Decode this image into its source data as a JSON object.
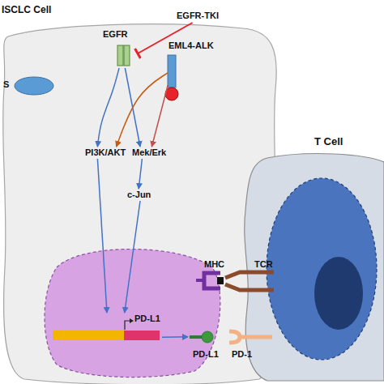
{
  "diagram": {
    "nodes": [
      {
        "text": [
          "ISCLC Cell"
        ]
      },
      {
        "text": [
          "S"
        ],
        "in": 0
      },
      {
        "text": [
          "EGFR"
        ],
        "in": 0
      },
      {
        "text": [
          "EGFR-TKI"
        ]
      },
      {
        "text": [
          "EML4-ALK"
        ],
        "in": 0
      },
      {
        "text": [
          "PI3K/AKT"
        ],
        "in": 0
      },
      {
        "text": [
          "Mek/Erk"
        ],
        "in": 0
      },
      {
        "text": [
          "c-Jun"
        ],
        "in": 0
      },
      {
        "text": [
          "PD-L1"
        ],
        "in": 0
      },
      {
        "text": [
          "PD-L1"
        ],
        "in": 0
      },
      {
        "text": [
          "MHC"
        ],
        "in": 0
      },
      {
        "text": [
          "T Cell"
        ]
      },
      {
        "text": [
          "PD-1"
        ]
      },
      {
        "text": [
          "TCR"
        ]
      }
    ],
    "edges": [
      {
        "from": 3,
        "to": 2,
        "arrow": "to"
      },
      {
        "from": 2,
        "to": 5,
        "arrow": "to"
      },
      {
        "from": 2,
        "to": 6,
        "arrow": "to"
      },
      {
        "from": 4,
        "to": 5,
        "arrow": "to"
      },
      {
        "from": 4,
        "to": 6,
        "arrow": "to"
      },
      {
        "from": 6,
        "to": 7,
        "arrow": "to"
      },
      {
        "from": 5,
        "to": 8,
        "arrow": "to"
      },
      {
        "from": 7,
        "to": 8,
        "arrow": "to"
      },
      {
        "from": 8,
        "to": 9,
        "arrow": "to"
      }
    ]
  }
}
